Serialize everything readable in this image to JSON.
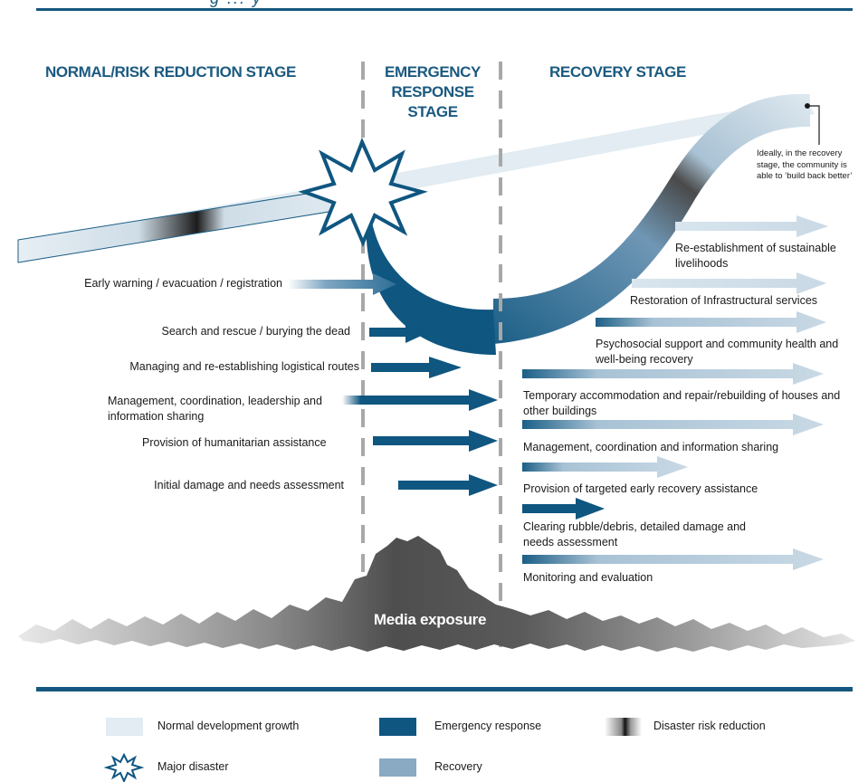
{
  "header_fragment": "g ... y",
  "stages": {
    "normal": "NORMAL/RISK REDUCTION STAGE",
    "emergency_line1": "EMERGENCY",
    "emergency_line2": "RESPONSE",
    "emergency_line3": "STAGE",
    "recovery": "RECOVERY STAGE"
  },
  "curve_note": "Ideally, in the recovery stage, the community is able to ‘build back better’",
  "normal_activities": [
    "Early warning / evacuation / registration",
    "Search and rescue / burying the dead",
    "Managing and re-establishing logistical routes",
    "Management, coordination, leadership and information sharing",
    "Provision of humanitarian assistance",
    "Initial damage and needs assessment"
  ],
  "recovery_activities": [
    "Re-establishment of sustainable livelihoods",
    "Restoration of Infrastructural services",
    "Psychosocial support and community health and well-being recovery",
    "Temporary accommodation and repair/rebuilding of houses and other buildings",
    "Management, coordination and information sharing",
    "Provision of targeted early recovery assistance",
    "Clearing rubble/debris, detailed damage and needs assessment",
    "Monitoring and evaluation"
  ],
  "media_label": "Media exposure",
  "legend": {
    "normal_growth": "Normal development growth",
    "emergency_response": "Emergency response",
    "drr": "Disaster risk reduction",
    "major_disaster": "Major disaster",
    "recovery": "Recovery"
  },
  "colors": {
    "dark_blue": "#0f5680",
    "recovery_blue": "#8aaac3",
    "light_blue": "#e2ecf2",
    "title_blue": "#1b5a80",
    "rule": "#15577e",
    "media_grey": "#5e5e5e"
  }
}
